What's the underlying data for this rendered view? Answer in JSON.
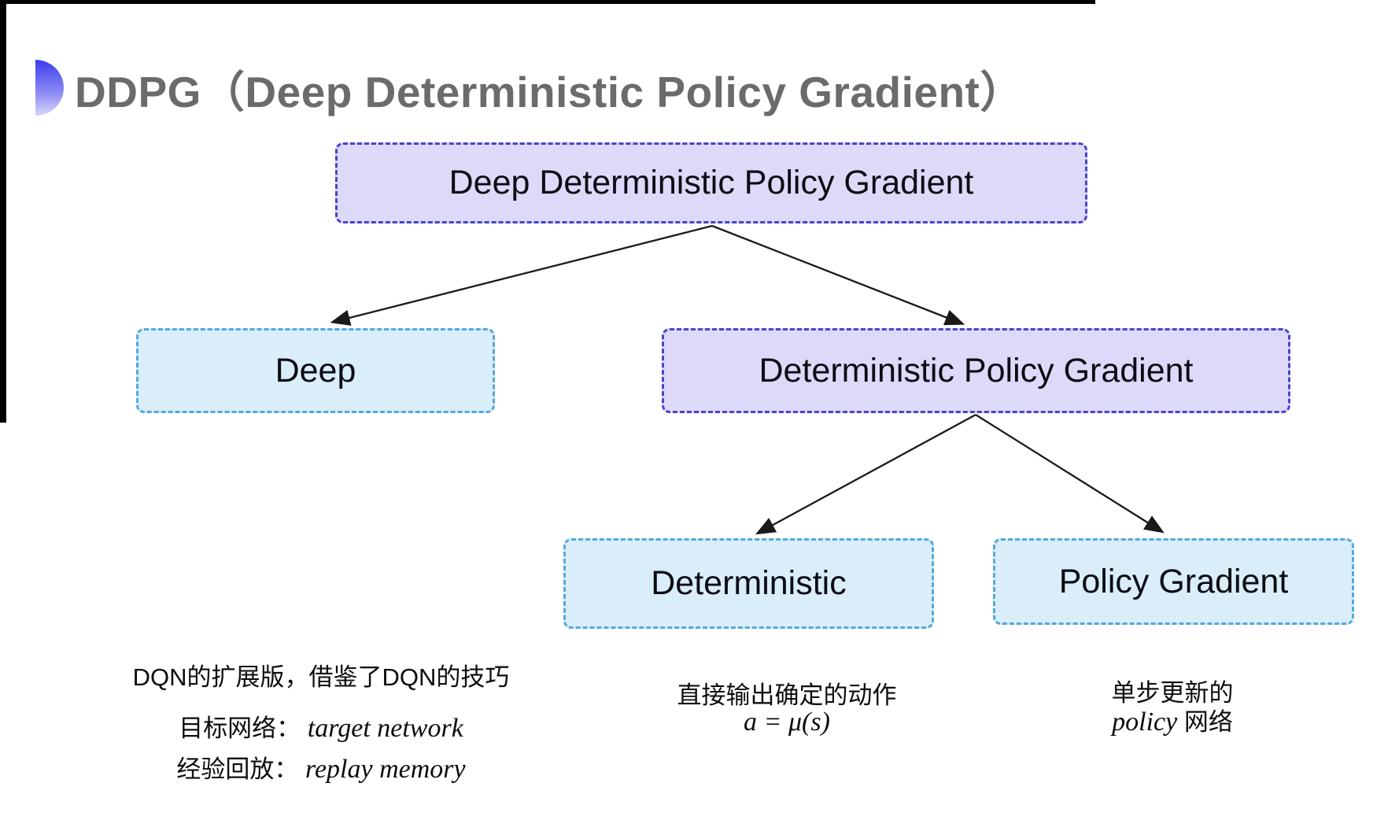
{
  "title": {
    "text": "DDPG（Deep Deterministic Policy Gradient）"
  },
  "tree": {
    "root": {
      "label": "Deep Deterministic Policy Gradient"
    },
    "deep": {
      "label": "Deep"
    },
    "dpg": {
      "label": "Deterministic Policy Gradient"
    },
    "deterministic": {
      "label": "Deterministic"
    },
    "policy_gradient": {
      "label": "Policy Gradient"
    }
  },
  "notes": {
    "deep": {
      "line1": "DQN的扩展版，借鉴了DQN的技巧",
      "line2_label": "目标网络：",
      "line2_value": "target network",
      "line3_label": "经验回放：",
      "line3_value": "replay memory"
    },
    "deterministic": {
      "line1": "直接输出确定的动作",
      "formula": "a = μ(s)"
    },
    "policy_gradient": {
      "line1": "单步更新的",
      "line2_italic": "policy",
      "line2_rest": " 网络"
    }
  },
  "colors": {
    "purple_fill": "#dcdaf8",
    "purple_border": "#4a43cd",
    "cyan_fill": "#d9eef9",
    "cyan_border": "#54a8dc",
    "title_gray": "#6b6b6b",
    "arrow": "#1a1a1a",
    "bullet_gradient_top": "#3c3ded",
    "bullet_gradient_bottom": "#d9d6fb",
    "edge_bar": "#000000"
  }
}
